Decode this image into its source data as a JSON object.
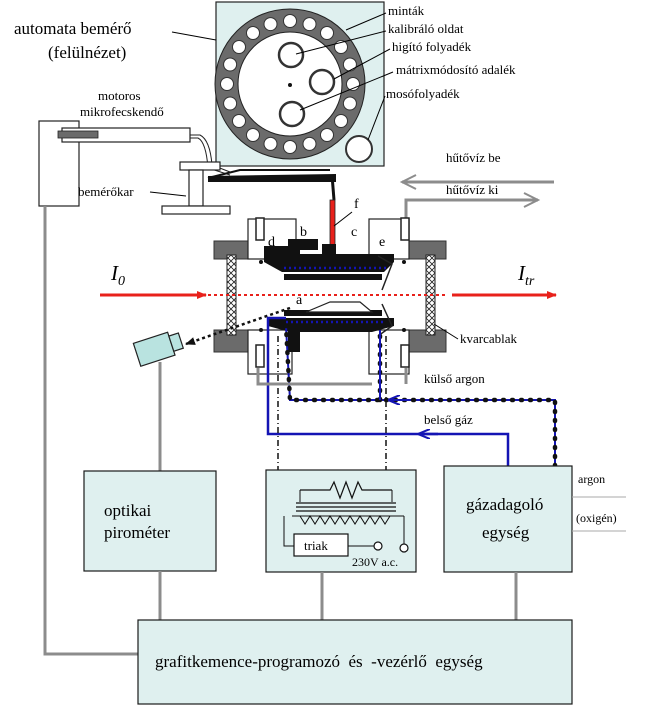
{
  "labels": {
    "autosampler_line1": "automata bemérő",
    "autosampler_line2": "(felülnézet)",
    "samples": "minták",
    "calibration": "kalibráló oldat",
    "diluent": "higító folyadék",
    "matrix_modifier": "mátrixmódosító adalék",
    "wash": "mosófolyadék",
    "syringe_line1": "motoros",
    "syringe_line2": "mikrofecskendő",
    "arm": "bemérőkar",
    "coolant_in": "hűtővíz be",
    "coolant_out": "hűtővíz ki",
    "window": "kvarcablak",
    "outer_argon": "külső argon",
    "inner_gas": "belső gáz",
    "argon": "argon",
    "oxygen": "(oxigén)",
    "triac": "triak",
    "voltage": "230V a.c.",
    "a": "a",
    "b": "b",
    "c": "c",
    "d": "d",
    "e": "e",
    "f": "f",
    "I0": "I",
    "I0_sub": "0",
    "Itr": "I",
    "Itr_sub": "tr"
  },
  "units": {
    "pyrometer_line1": "optikai",
    "pyrometer_line2": "pirométer",
    "gas_line1": "gázadagoló",
    "gas_line2": "egység",
    "controller": "grafitkemence-programozó  és  -vezérlő  egység"
  },
  "colors": {
    "unit_fill": "#dff0ef",
    "beam": "#e8211b",
    "gas_line": "#1414b4",
    "line_gray": "#8c8c8c"
  }
}
